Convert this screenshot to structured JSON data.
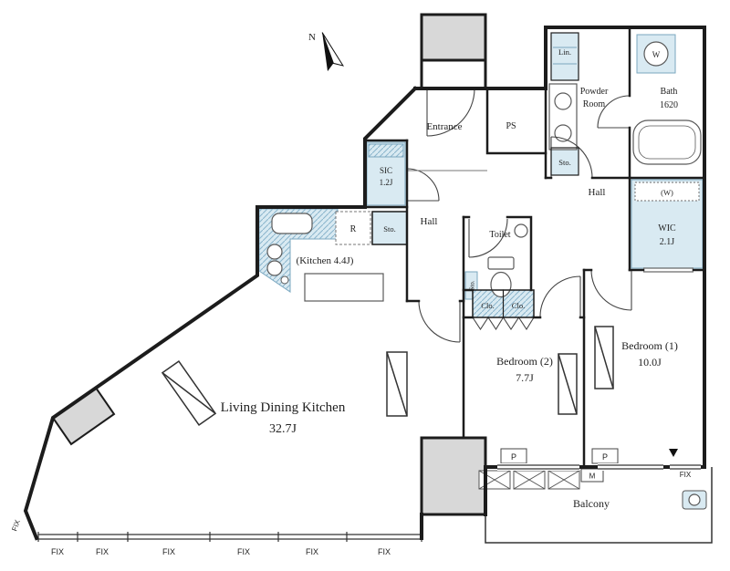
{
  "compass": {
    "north": "N"
  },
  "rooms": {
    "ldk": {
      "name": "Living Dining Kitchen",
      "size": "32.7J"
    },
    "kitchen": {
      "label": "(Kitchen 4.4J)"
    },
    "entrance": {
      "name": "Entrance"
    },
    "hall_front": {
      "name": "Hall"
    },
    "hall_rear": {
      "name": "Hall"
    },
    "ps": {
      "name": "PS"
    },
    "powder_room": {
      "line1": "Powder",
      "line2": "Room"
    },
    "bath": {
      "name": "Bath",
      "size": "1620"
    },
    "toilet": {
      "name": "Toilet"
    },
    "wic": {
      "name": "WIC",
      "size": "2.1J"
    },
    "sic": {
      "name": "SIC",
      "size": "1.2J"
    },
    "bedroom1": {
      "name": "Bedroom (1)",
      "size": "10.0J"
    },
    "bedroom2": {
      "name": "Bedroom (2)",
      "size": "7.7J"
    },
    "balcony": {
      "name": "Balcony"
    }
  },
  "storage": {
    "lin": "Lin.",
    "sto_powder": "Sto.",
    "sto_hall": "Sto.",
    "sto_toilet": "Sto.",
    "clo_left": "Clo.",
    "clo_right": "Clo."
  },
  "equipment": {
    "washer": "W",
    "washer_alt": "(W)",
    "refrigerator": "R",
    "pipe_left": "P",
    "pipe_right": "P",
    "meter": "M"
  },
  "windows": {
    "fix_bottom": [
      "FIX",
      "FIX",
      "FIX",
      "FIX",
      "FIX",
      "FIX"
    ],
    "fix_left": "FIX",
    "fix_right": "FIX"
  },
  "colors": {
    "wall": "#1c1c1c",
    "fill_blue": "#d9eaf2",
    "fill_gray": "#d8d8d8",
    "hatch": "#8ab4cc"
  }
}
